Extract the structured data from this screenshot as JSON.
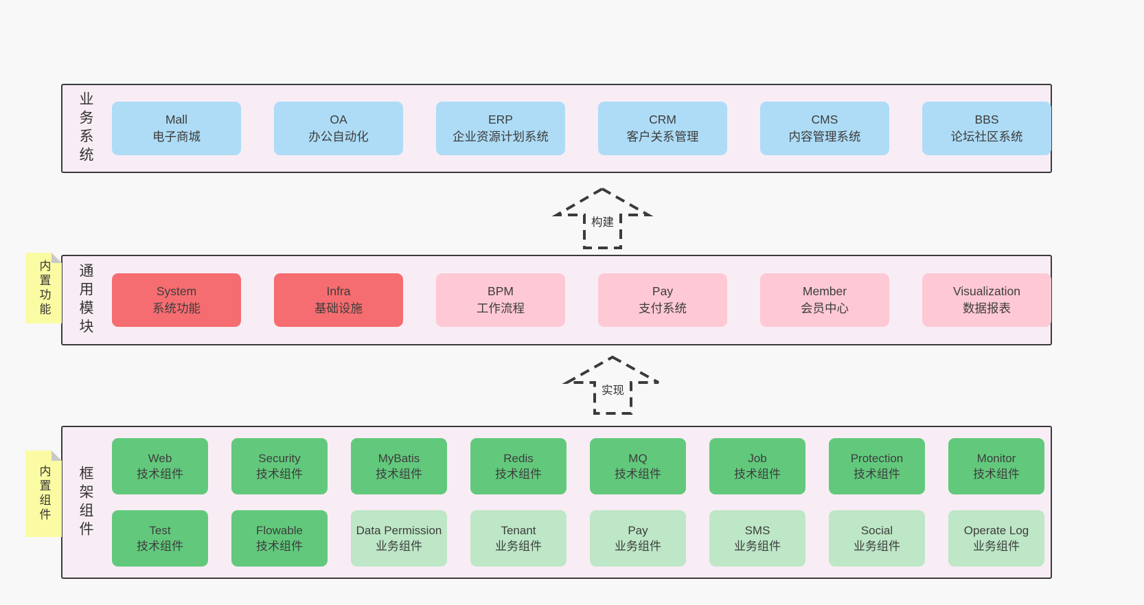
{
  "colors": {
    "page_bg": "#f8f8f8",
    "container_bg": "#f8edf5",
    "container_border": "#3a3a3a",
    "text": "#3d3d3d",
    "blue": "#aedcf6",
    "red": "#f56d70",
    "pink": "#fec9d4",
    "green": "#62c97c",
    "green_light": "#bde7c6",
    "note_bg": "#fbfba3",
    "note_fold": "#c9c9c9",
    "arrow_stroke": "#3b3b3b"
  },
  "arrows": [
    {
      "label": "构建"
    },
    {
      "label": "实现"
    }
  ],
  "layers": [
    {
      "id": "business-systems",
      "label": "业务系统",
      "note": null,
      "rows": [
        [
          {
            "title": "Mall",
            "subtitle": "电子商城",
            "type": "blue"
          },
          {
            "title": "OA",
            "subtitle": "办公自动化",
            "type": "blue"
          },
          {
            "title": "ERP",
            "subtitle": "企业资源计划系统",
            "type": "blue"
          },
          {
            "title": "CRM",
            "subtitle": "客户关系管理",
            "type": "blue"
          },
          {
            "title": "CMS",
            "subtitle": "内容管理系统",
            "type": "blue"
          },
          {
            "title": "BBS",
            "subtitle": "论坛社区系统",
            "type": "blue"
          }
        ]
      ]
    },
    {
      "id": "common-modules",
      "label": "通用模块",
      "note": "内置功能",
      "rows": [
        [
          {
            "title": "System",
            "subtitle": "系统功能",
            "type": "red"
          },
          {
            "title": "Infra",
            "subtitle": "基础设施",
            "type": "red"
          },
          {
            "title": "BPM",
            "subtitle": "工作流程",
            "type": "pink"
          },
          {
            "title": "Pay",
            "subtitle": "支付系统",
            "type": "pink"
          },
          {
            "title": "Member",
            "subtitle": "会员中心",
            "type": "pink"
          },
          {
            "title": "Visualization",
            "subtitle": "数据报表",
            "type": "pink"
          }
        ]
      ]
    },
    {
      "id": "framework-components",
      "label": "框架组件",
      "note": "内置组件",
      "rows": [
        [
          {
            "title": "Web",
            "subtitle": "技术组件",
            "type": "green"
          },
          {
            "title": "Security",
            "subtitle": "技术组件",
            "type": "green"
          },
          {
            "title": "MyBatis",
            "subtitle": "技术组件",
            "type": "green"
          },
          {
            "title": "Redis",
            "subtitle": "技术组件",
            "type": "green"
          },
          {
            "title": "MQ",
            "subtitle": "技术组件",
            "type": "green"
          },
          {
            "title": "Job",
            "subtitle": "技术组件",
            "type": "green"
          },
          {
            "title": "Protection",
            "subtitle": "技术组件",
            "type": "green"
          },
          {
            "title": "Monitor",
            "subtitle": "技术组件",
            "type": "green"
          }
        ],
        [
          {
            "title": "Test",
            "subtitle": "技术组件",
            "type": "green"
          },
          {
            "title": "Flowable",
            "subtitle": "技术组件",
            "type": "green"
          },
          {
            "title": "Data Permission",
            "subtitle": "业务组件",
            "type": "green-light"
          },
          {
            "title": "Tenant",
            "subtitle": "业务组件",
            "type": "green-light"
          },
          {
            "title": "Pay",
            "subtitle": "业务组件",
            "type": "green-light"
          },
          {
            "title": "SMS",
            "subtitle": "业务组件",
            "type": "green-light"
          },
          {
            "title": "Social",
            "subtitle": "业务组件",
            "type": "green-light"
          },
          {
            "title": "Operate Log",
            "subtitle": "业务组件",
            "type": "green-light"
          }
        ]
      ]
    }
  ]
}
